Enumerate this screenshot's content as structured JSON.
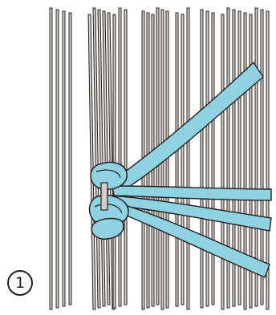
{
  "step": {
    "number": "1"
  },
  "colors": {
    "background": "#ffffff",
    "warp_fill": "#d8cdc2",
    "warp_stroke": "#231f20",
    "cord_fill": "#8fd3e3",
    "cord_stroke": "#231f20"
  },
  "icons": [
    "warp-threads",
    "blue-ribbon-cord",
    "knot-wrap"
  ]
}
